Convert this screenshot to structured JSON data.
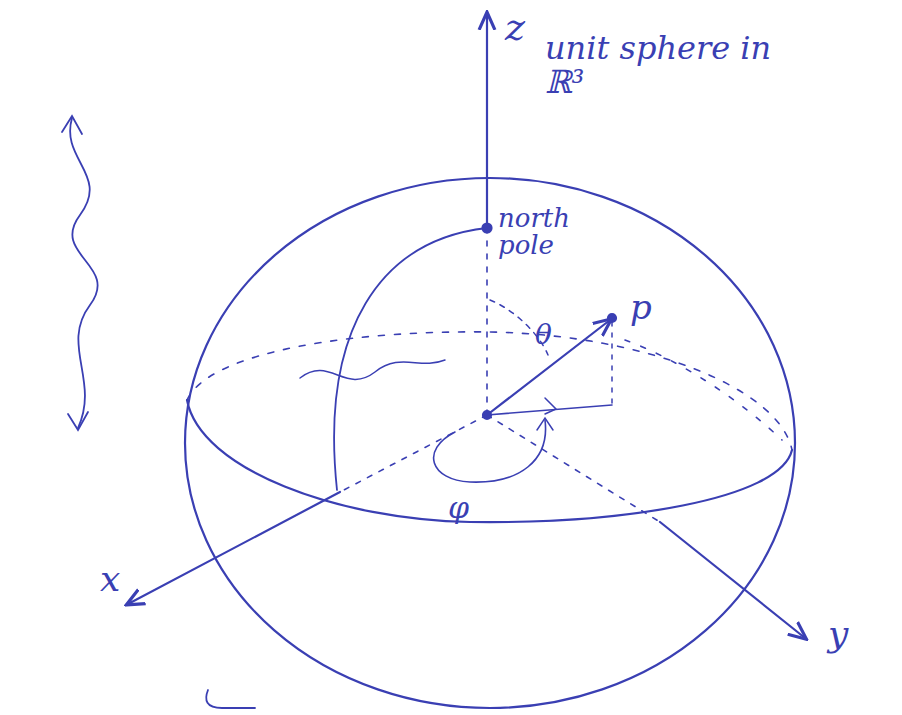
{
  "diagram": {
    "labels": [
      "z",
      "unit sphere in ℝ³",
      "north pole",
      "θ",
      "p",
      "φ",
      "x",
      "y"
    ]
  }
}
